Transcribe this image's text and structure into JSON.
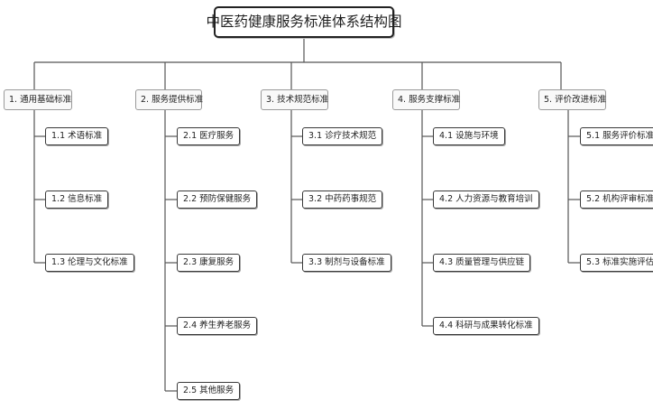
{
  "diagram": {
    "title": "中医药健康服务标准体系结构图",
    "categories": [
      {
        "label": "1. 通用基础标准",
        "items": [
          "1.1 术语标准",
          "1.2 信息标准",
          "1.3 伦理与文化标准"
        ]
      },
      {
        "label": "2. 服务提供标准",
        "items": [
          "2.1 医疗服务",
          "2.2 预防保健服务",
          "2.3 康复服务",
          "2.4 养生养老服务",
          "2.5 其他服务"
        ]
      },
      {
        "label": "3. 技术规范标准",
        "items": [
          "3.1 诊疗技术规范",
          "3.2 中药药事规范",
          "3.3 制剂与设备标准"
        ]
      },
      {
        "label": "4. 服务支撑标准",
        "items": [
          "4.1 设施与环境",
          "4.2 人力资源与教育培训",
          "4.3 质量管理与供应链",
          "4.4 科研与成果转化标准"
        ]
      },
      {
        "label": "5. 评价改进标准",
        "items": [
          "5.1 服务评价标准",
          "5.2 机构评审标准",
          "5.3 标准实施评估"
        ]
      }
    ],
    "colors": {
      "line": "#555555",
      "box_border": "#3a3a3a",
      "category_border": "#9a9a9a",
      "background": "#ffffff"
    }
  }
}
